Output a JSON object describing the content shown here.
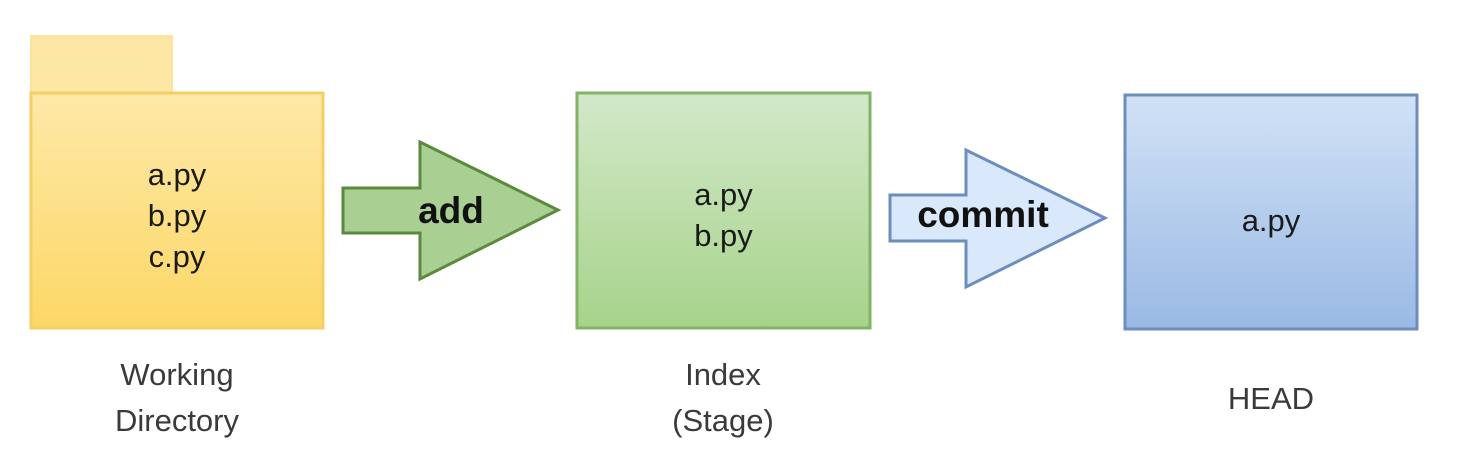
{
  "working_directory": {
    "files": [
      "a.py",
      "b.py",
      "c.py"
    ],
    "caption_lines": [
      "Working",
      "Directory"
    ]
  },
  "index": {
    "files": [
      "a.py",
      "b.py"
    ],
    "caption_lines": [
      "Index",
      "(Stage)"
    ]
  },
  "head": {
    "files": [
      "a.py"
    ],
    "caption_lines": [
      "HEAD"
    ]
  },
  "arrows": {
    "add_label": "add",
    "commit_label": "commit"
  },
  "colors": {
    "folder_fill_top": "#fde9a8",
    "folder_fill_bottom": "#fdd766",
    "folder_stroke": "#f5cf63",
    "index_fill_top": "#d3e8c9",
    "index_fill_bottom": "#a6d38a",
    "index_stroke": "#82b366",
    "head_fill_top": "#d1e2f6",
    "head_fill_bottom": "#9ab9e4",
    "head_stroke": "#6c8ebf",
    "add_arrow_fill": "#a9cf93",
    "add_arrow_stroke": "#5a8a3c",
    "commit_arrow_fill": "#dae8fc",
    "commit_arrow_stroke": "#6c8ebf"
  }
}
